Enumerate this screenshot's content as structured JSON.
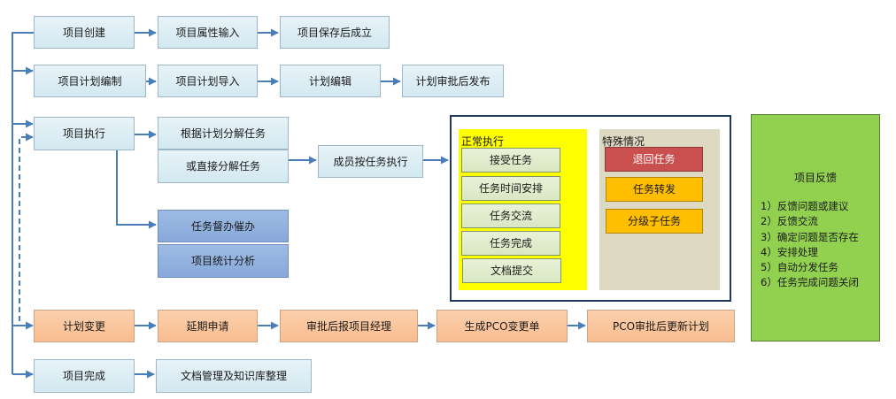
{
  "row1": {
    "create": "项目创建",
    "attr_input": "项目属性输入",
    "save_setup": "项目保存后成立"
  },
  "row2": {
    "plan_make": "项目计划编制",
    "plan_import": "项目计划导入",
    "plan_edit": "计划编辑",
    "plan_publish": "计划审批后发布"
  },
  "row3": {
    "execute": "项目执行",
    "split_by_plan": "根据计划分解任务",
    "split_direct": "或直接分解任务",
    "member_execute": "成员按任务执行",
    "supervise": "任务督办催办",
    "stats": "项目统计分析"
  },
  "normal_exec": {
    "title": "正常执行",
    "items": [
      "接受任务",
      "任务时间安排",
      "任务交流",
      "任务完成",
      "文档提交"
    ]
  },
  "special_case": {
    "title": "特殊情况",
    "items": [
      "退回任务",
      "任务转发",
      "分级子任务"
    ]
  },
  "feedback": {
    "title": "项目反馈",
    "items": [
      "1）反馈问题或建议",
      "2）反馈交流",
      "3）确定问题是否存在",
      "4）安排处理",
      "5）自动分发任务",
      "6）任务完成问题关闭"
    ]
  },
  "row4": {
    "plan_change": "计划变更",
    "delay_request": "延期申请",
    "report_pm": "审批后报项目经理",
    "make_pco": "生成PCO变更单",
    "pco_update": "PCO审批后更新计划"
  },
  "row5": {
    "complete": "项目完成",
    "doc_manage": "文档管理及知识库整理"
  },
  "colors": {
    "light_blue": "#d8ecf3",
    "mid_blue": "#8eb0df",
    "orange": "#f9c59a",
    "green_box": "#dce9c6",
    "yellow_panel": "#ffff00",
    "gray_panel": "#ddd9c3",
    "red": "#c9504f",
    "amber": "#ffbe00",
    "feedback_green": "#92d050",
    "arrow": "#4a7ebb"
  }
}
